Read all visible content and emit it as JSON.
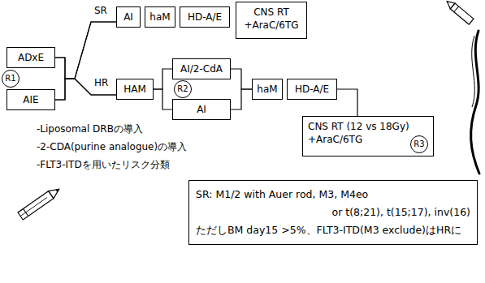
{
  "diagram": {
    "nodes": [
      {
        "text": [
          "R1"
        ]
      },
      {
        "text": [
          "ADxE"
        ]
      },
      {
        "text": [
          "AIE"
        ]
      },
      {
        "text": [
          "AI"
        ]
      },
      {
        "text": [
          "haM"
        ]
      },
      {
        "text": [
          "HD-A/E"
        ]
      },
      {
        "text": [
          "CNS RT +AraC/6TG"
        ]
      },
      {
        "text": [
          "HAM"
        ]
      },
      {
        "text": [
          "R2"
        ]
      },
      {
        "text": [
          "AI/2-CdA"
        ]
      },
      {
        "text": [
          "AI"
        ]
      },
      {
        "text": [
          "haM"
        ]
      },
      {
        "text": [
          "HD-A/E"
        ]
      },
      {
        "text": [
          "CNS RT (12 vs 18Gy) +AraC/6TG"
        ]
      },
      {
        "text": [
          "R3"
        ],
        "in": 13
      },
      {
        "text": [
          "SR: M1/2 with Auer rod, M3, M4eo",
          "or t(8;21), t(15;17), inv(16)",
          "ただしBM day15 >5%、FLT3-ITD(M3 exclude)はHRに"
        ]
      }
    ],
    "edges": [
      {
        "from": 1,
        "to": 3,
        "arrow": "none"
      },
      {
        "from": 2,
        "to": 3,
        "arrow": "none"
      },
      {
        "from": 1,
        "to": 7,
        "arrow": "none"
      },
      {
        "from": 2,
        "to": 7,
        "arrow": "none"
      },
      {
        "from": 7,
        "to": 9,
        "arrow": "none"
      },
      {
        "from": 7,
        "to": 10,
        "arrow": "none"
      },
      {
        "from": 9,
        "to": 11,
        "arrow": "none"
      },
      {
        "from": 10,
        "to": 11,
        "arrow": "none"
      },
      {
        "from": 12,
        "to": 13,
        "arrow": "none"
      }
    ],
    "labels": [
      "SR",
      "HR",
      "-Liposomal DRBの導入",
      "-2-CDA(purine analogue)の導入",
      "-FLT3-ITDを用いたリスク分類"
    ]
  }
}
